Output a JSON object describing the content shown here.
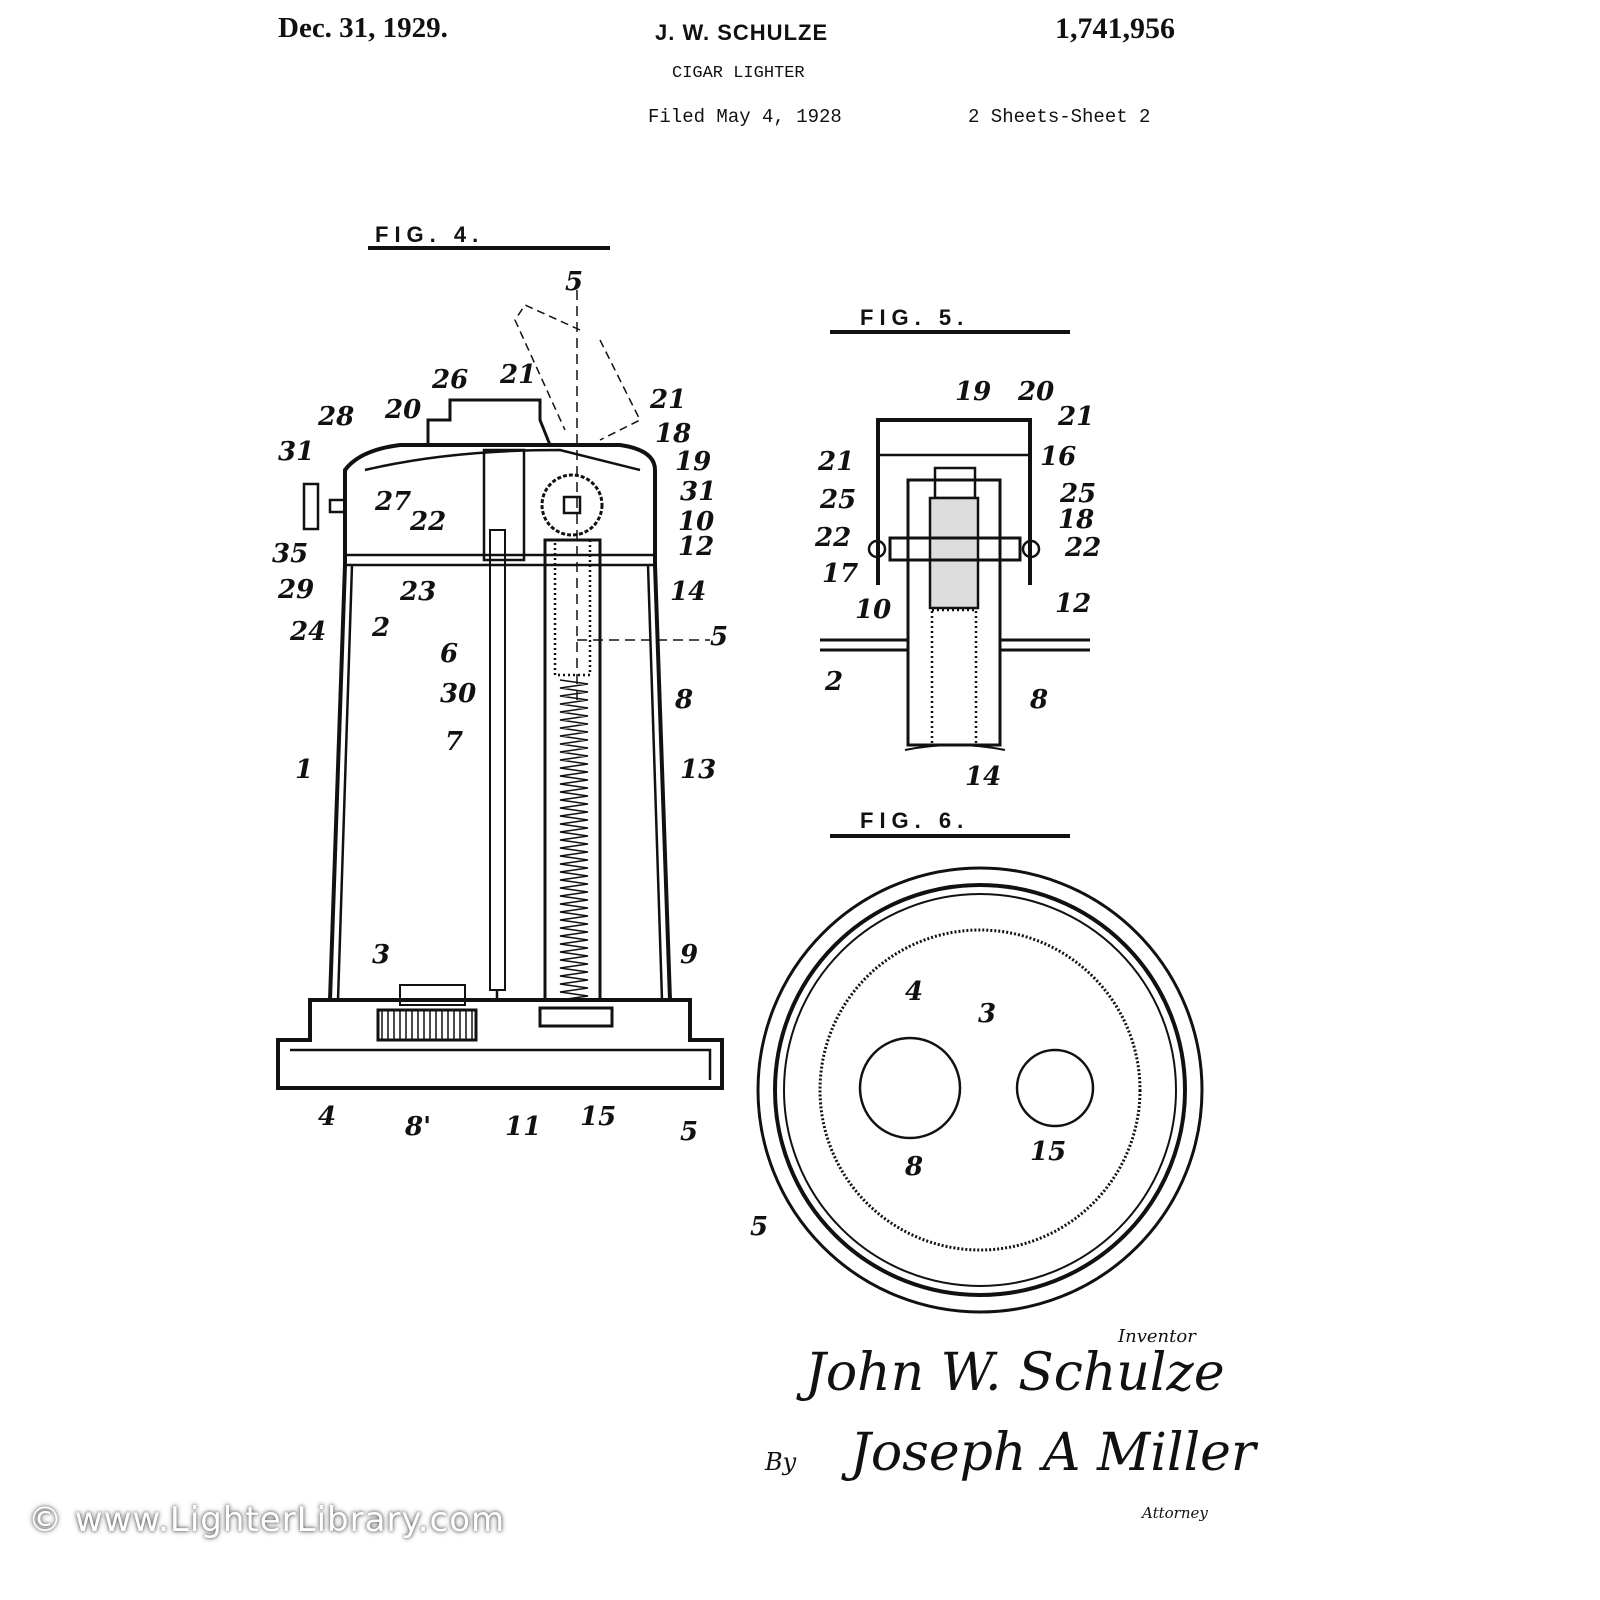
{
  "header": {
    "date": "Dec. 31, 1929.",
    "inventor": "J. W. SCHULZE",
    "patent_number": "1,741,956",
    "title": "CIGAR LIGHTER",
    "filed": "Filed May 4, 1928",
    "sheets": "2 Sheets-Sheet  2"
  },
  "fig4": {
    "title": "FIG. 4.",
    "labels": [
      "5",
      "26",
      "21",
      "21",
      "28",
      "20",
      "18",
      "19",
      "31",
      "31",
      "27",
      "10",
      "35",
      "22",
      "12",
      "29",
      "23",
      "24",
      "2",
      "6",
      "14",
      "5",
      "30",
      "8",
      "7",
      "1",
      "13",
      "3",
      "9",
      "4",
      "8'",
      "11",
      "15",
      "5"
    ]
  },
  "fig5": {
    "title": "FIG. 5.",
    "labels": [
      "19",
      "20",
      "21",
      "21",
      "16",
      "25",
      "25",
      "18",
      "22",
      "22",
      "17",
      "10",
      "12",
      "2",
      "8",
      "14"
    ]
  },
  "fig6": {
    "title": "FIG. 6.",
    "labels": [
      "4",
      "3",
      "8",
      "15",
      "5"
    ]
  },
  "signatures": {
    "inventor_caption": "Inventor",
    "inventor_name": "John W. Schulze",
    "by": "By",
    "attorney_name": "Joseph A Miller",
    "attorney_caption": "Attorney"
  },
  "watermark": "© www.LighterLibrary.com"
}
